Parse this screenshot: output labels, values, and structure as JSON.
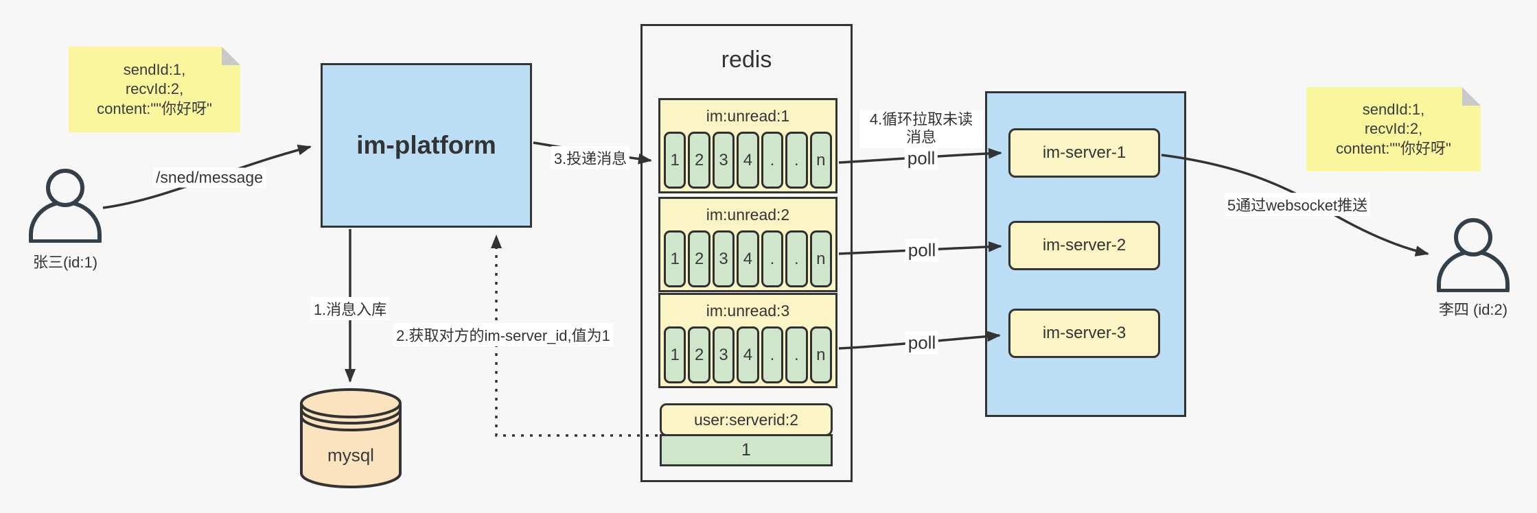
{
  "page": {
    "background": "#f7f7f8"
  },
  "colors": {
    "border": "#333333",
    "blue": "#bcdef5",
    "pale_yellow": "#fbf4c5",
    "green": "#cfe6cb",
    "note_yellow": "#f9f69e",
    "orange": "#fbe3c0",
    "arrow": "#333333"
  },
  "actors": {
    "sender": {
      "label": "张三(id:1)"
    },
    "receiver": {
      "label": "李四 (id:2)"
    }
  },
  "notes": {
    "left": {
      "lines": [
        "sendId:1,",
        "recvId:2,",
        "content:\"\"你好呀\""
      ]
    },
    "right": {
      "lines": [
        "sendId:1,",
        "recvId:2,",
        "content:\"\"你好呀\""
      ]
    }
  },
  "platform": {
    "label": "im-platform"
  },
  "database": {
    "label": "mysql"
  },
  "redis": {
    "title": "redis",
    "queues": [
      {
        "title": "im:unread:1",
        "cells": [
          "1",
          "2",
          "3",
          "4",
          ".",
          ".",
          "n"
        ]
      },
      {
        "title": "im:unread:2",
        "cells": [
          "1",
          "2",
          "3",
          "4",
          ".",
          ".",
          "n"
        ]
      },
      {
        "title": "im:unread:3",
        "cells": [
          "1",
          "2",
          "3",
          "4",
          ".",
          ".",
          "n"
        ]
      }
    ],
    "mapping": {
      "title": "user:serverid:2",
      "value": "1"
    }
  },
  "servers": {
    "items": [
      {
        "label": "im-server-1"
      },
      {
        "label": "im-server-2"
      },
      {
        "label": "im-server-3"
      }
    ]
  },
  "edges": {
    "send": "/sned/message",
    "store": "1.消息入库",
    "lookup": "2.获取对方的im-server_id,值为1",
    "deliver": "3.投递消息",
    "pull": "4.循环拉取未读消息",
    "polls": [
      "poll",
      "poll",
      "poll"
    ],
    "push": "5通过websocket推送"
  }
}
